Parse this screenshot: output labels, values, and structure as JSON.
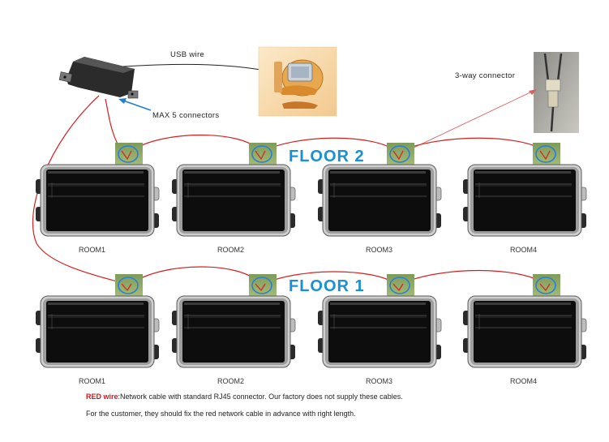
{
  "labels": {
    "usb_wire": "USB wire",
    "max_connectors": "MAX 5 connectors",
    "three_way": "3-way connector",
    "floor2": "FLOOR 2",
    "floor1": "FLOOR 1"
  },
  "floor2_rooms": [
    "ROOM1",
    "ROOM2",
    "ROOM3",
    "ROOM4"
  ],
  "floor1_rooms": [
    "ROOM1",
    "ROOM2",
    "ROOM3",
    "ROOM4"
  ],
  "notes": {
    "red_wire_label": "RED wire",
    "red_wire_text": ":Network cable with standard RJ45 connector.  Our factory does not supply these cables.",
    "customer_text": "For the customer,  they should fix the red network cable in advance with right length."
  },
  "colors": {
    "cable": "#d42020",
    "accent": "#1b8fd4",
    "connector_ring": "#2a7fd0",
    "panel_dark": "#0d0d0d"
  }
}
